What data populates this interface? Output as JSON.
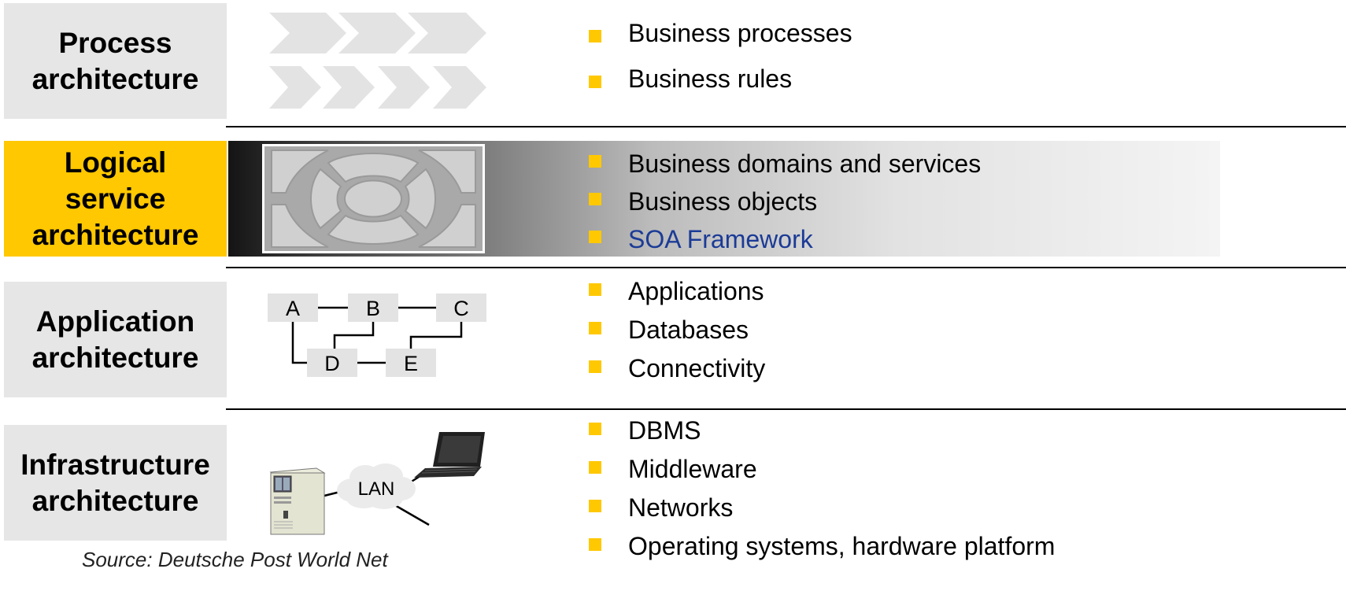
{
  "layers": [
    {
      "label_lines": [
        "Process",
        "architecture"
      ],
      "bullets": [
        "Business processes",
        "Business rules"
      ]
    },
    {
      "label_lines": [
        "Logical",
        "service",
        "architecture"
      ],
      "bullets": [
        "Business domains and services",
        "Business objects",
        "SOA Framework"
      ]
    },
    {
      "label_lines": [
        "Application",
        "architecture"
      ],
      "bullets": [
        "Applications",
        "Databases",
        "Connectivity"
      ]
    },
    {
      "label_lines": [
        "Infrastructure",
        "architecture"
      ],
      "bullets": [
        "DBMS",
        "Middleware",
        "Networks",
        "Operating systems, hardware platform"
      ]
    }
  ],
  "app_diagram": {
    "nodes": [
      "A",
      "B",
      "C",
      "D",
      "E"
    ]
  },
  "infra_diagram": {
    "network_label": "LAN"
  },
  "source": "Source: Deutsche Post World Net",
  "colors": {
    "accent_yellow": "#ffc800",
    "label_gray": "#e6e6e6",
    "link_blue": "#1b3b96"
  }
}
